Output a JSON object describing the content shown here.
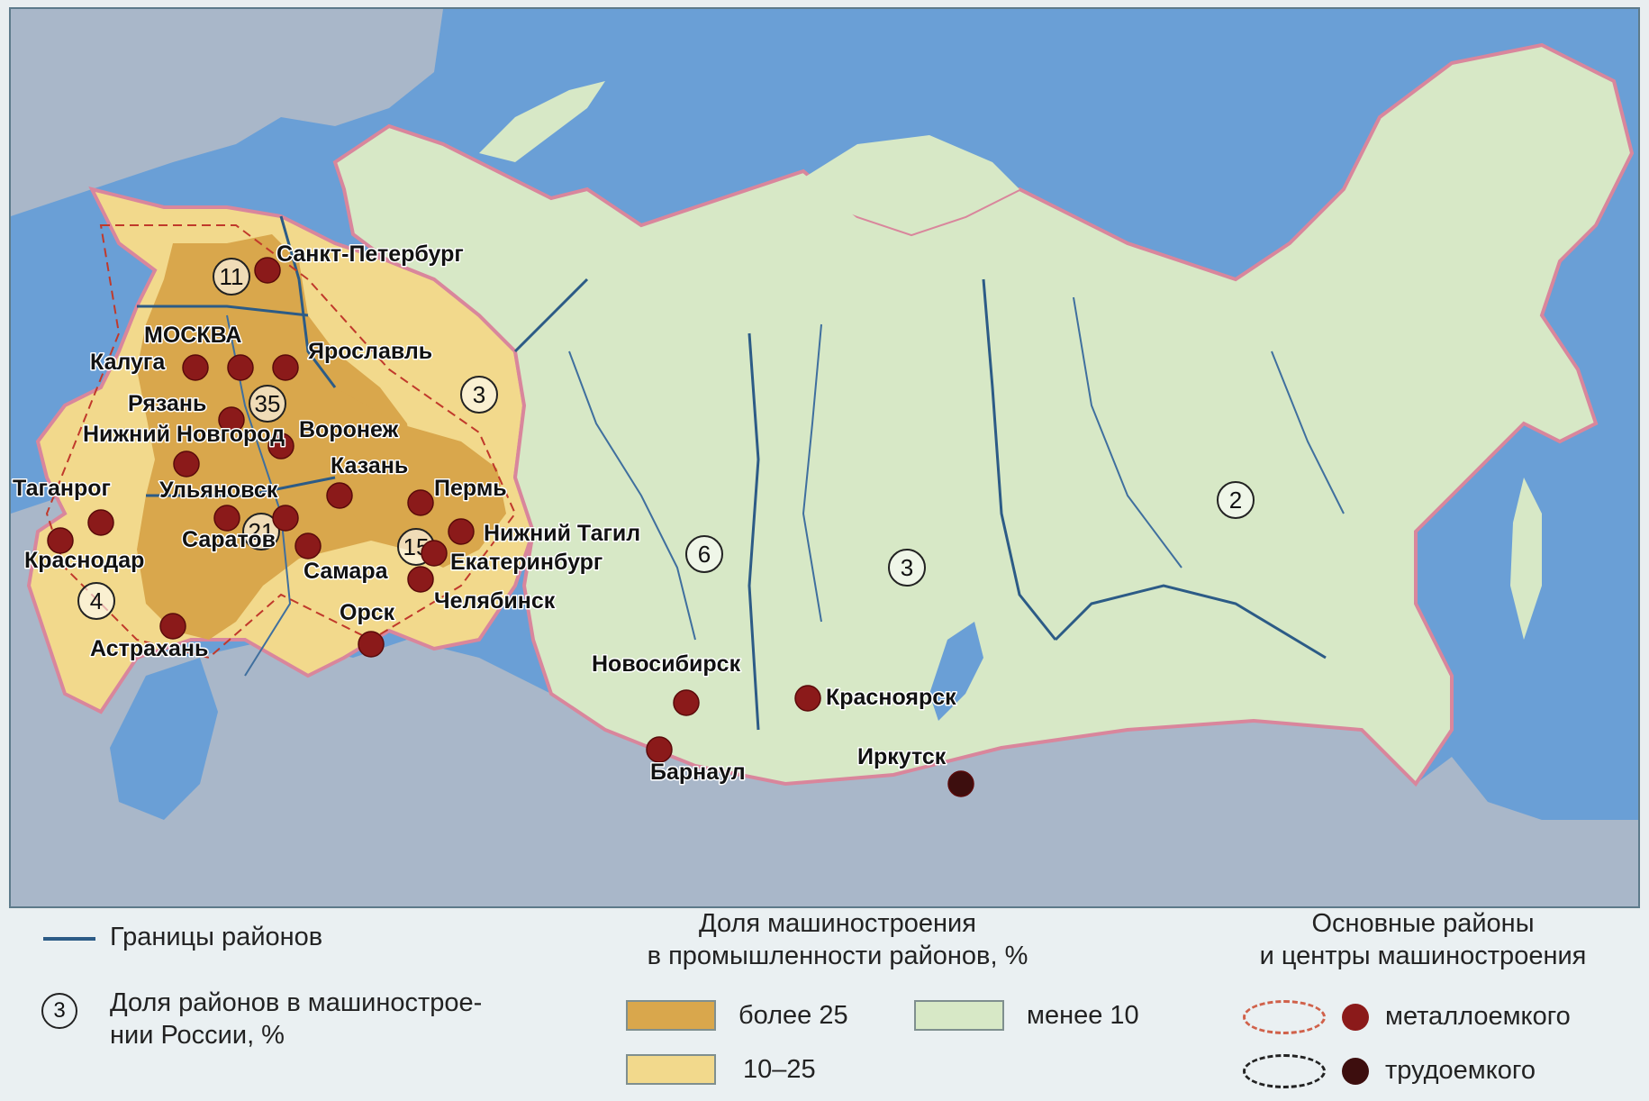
{
  "colors": {
    "sea": "#6a9fd6",
    "land_outside": "#a9b7c9",
    "more_25": "#d9a74c",
    "range_10_25": "#f2d98c",
    "less_10": "#d7e8c6",
    "border_pink": "#d9869c",
    "district_border": "#2c5b86",
    "center_dot": "#8b1a1a",
    "labor_dot": "#3d0e0e"
  },
  "cities": [
    {
      "name": "Санкт-Петербург",
      "kind": "metal"
    },
    {
      "name": "МОСКВА",
      "kind": "metal"
    },
    {
      "name": "Ярославль",
      "kind": "metal"
    },
    {
      "name": "Калуга",
      "kind": "metal"
    },
    {
      "name": "Рязань",
      "kind": "metal"
    },
    {
      "name": "Воронеж",
      "kind": "metal"
    },
    {
      "name": "Нижний Новгород",
      "kind": "metal"
    },
    {
      "name": "Казань",
      "kind": "metal"
    },
    {
      "name": "Таганрог",
      "kind": "metal"
    },
    {
      "name": "Ульяновск",
      "kind": "metal"
    },
    {
      "name": "Краснодар",
      "kind": "metal"
    },
    {
      "name": "Саратов",
      "kind": "metal"
    },
    {
      "name": "Самара",
      "kind": "metal"
    },
    {
      "name": "Пермь",
      "kind": "metal"
    },
    {
      "name": "Нижний Тагил",
      "kind": "metal"
    },
    {
      "name": "Екатеринбург",
      "kind": "metal"
    },
    {
      "name": "Челябинск",
      "kind": "metal"
    },
    {
      "name": "Орск",
      "kind": "metal"
    },
    {
      "name": "Астрахань",
      "kind": "metal"
    },
    {
      "name": "Новосибирск",
      "kind": "metal"
    },
    {
      "name": "Барнаул",
      "kind": "metal"
    },
    {
      "name": "Красноярск",
      "kind": "metal"
    },
    {
      "name": "Иркутск",
      "kind": "labor"
    }
  ],
  "district_shares": [
    "11",
    "35",
    "21",
    "4",
    "15",
    "3",
    "6",
    "3",
    "2"
  ],
  "legend": {
    "borders_label": "Границы районов",
    "share_symbol": "3",
    "share_label_line1": "Доля районов в машинострое-",
    "share_label_line2": "нии России, %",
    "machine_share_title_line1": "Доля машиностроения",
    "machine_share_title_line2": "в промышленности районов, %",
    "more_25": "более 25",
    "range_10_25": "10–25",
    "less_10": "менее 10",
    "centers_title_line1": "Основные районы",
    "centers_title_line2": "и центры машиностроения",
    "metal_intensive": "металлоемкого",
    "labor_intensive": "трудоемкого"
  }
}
